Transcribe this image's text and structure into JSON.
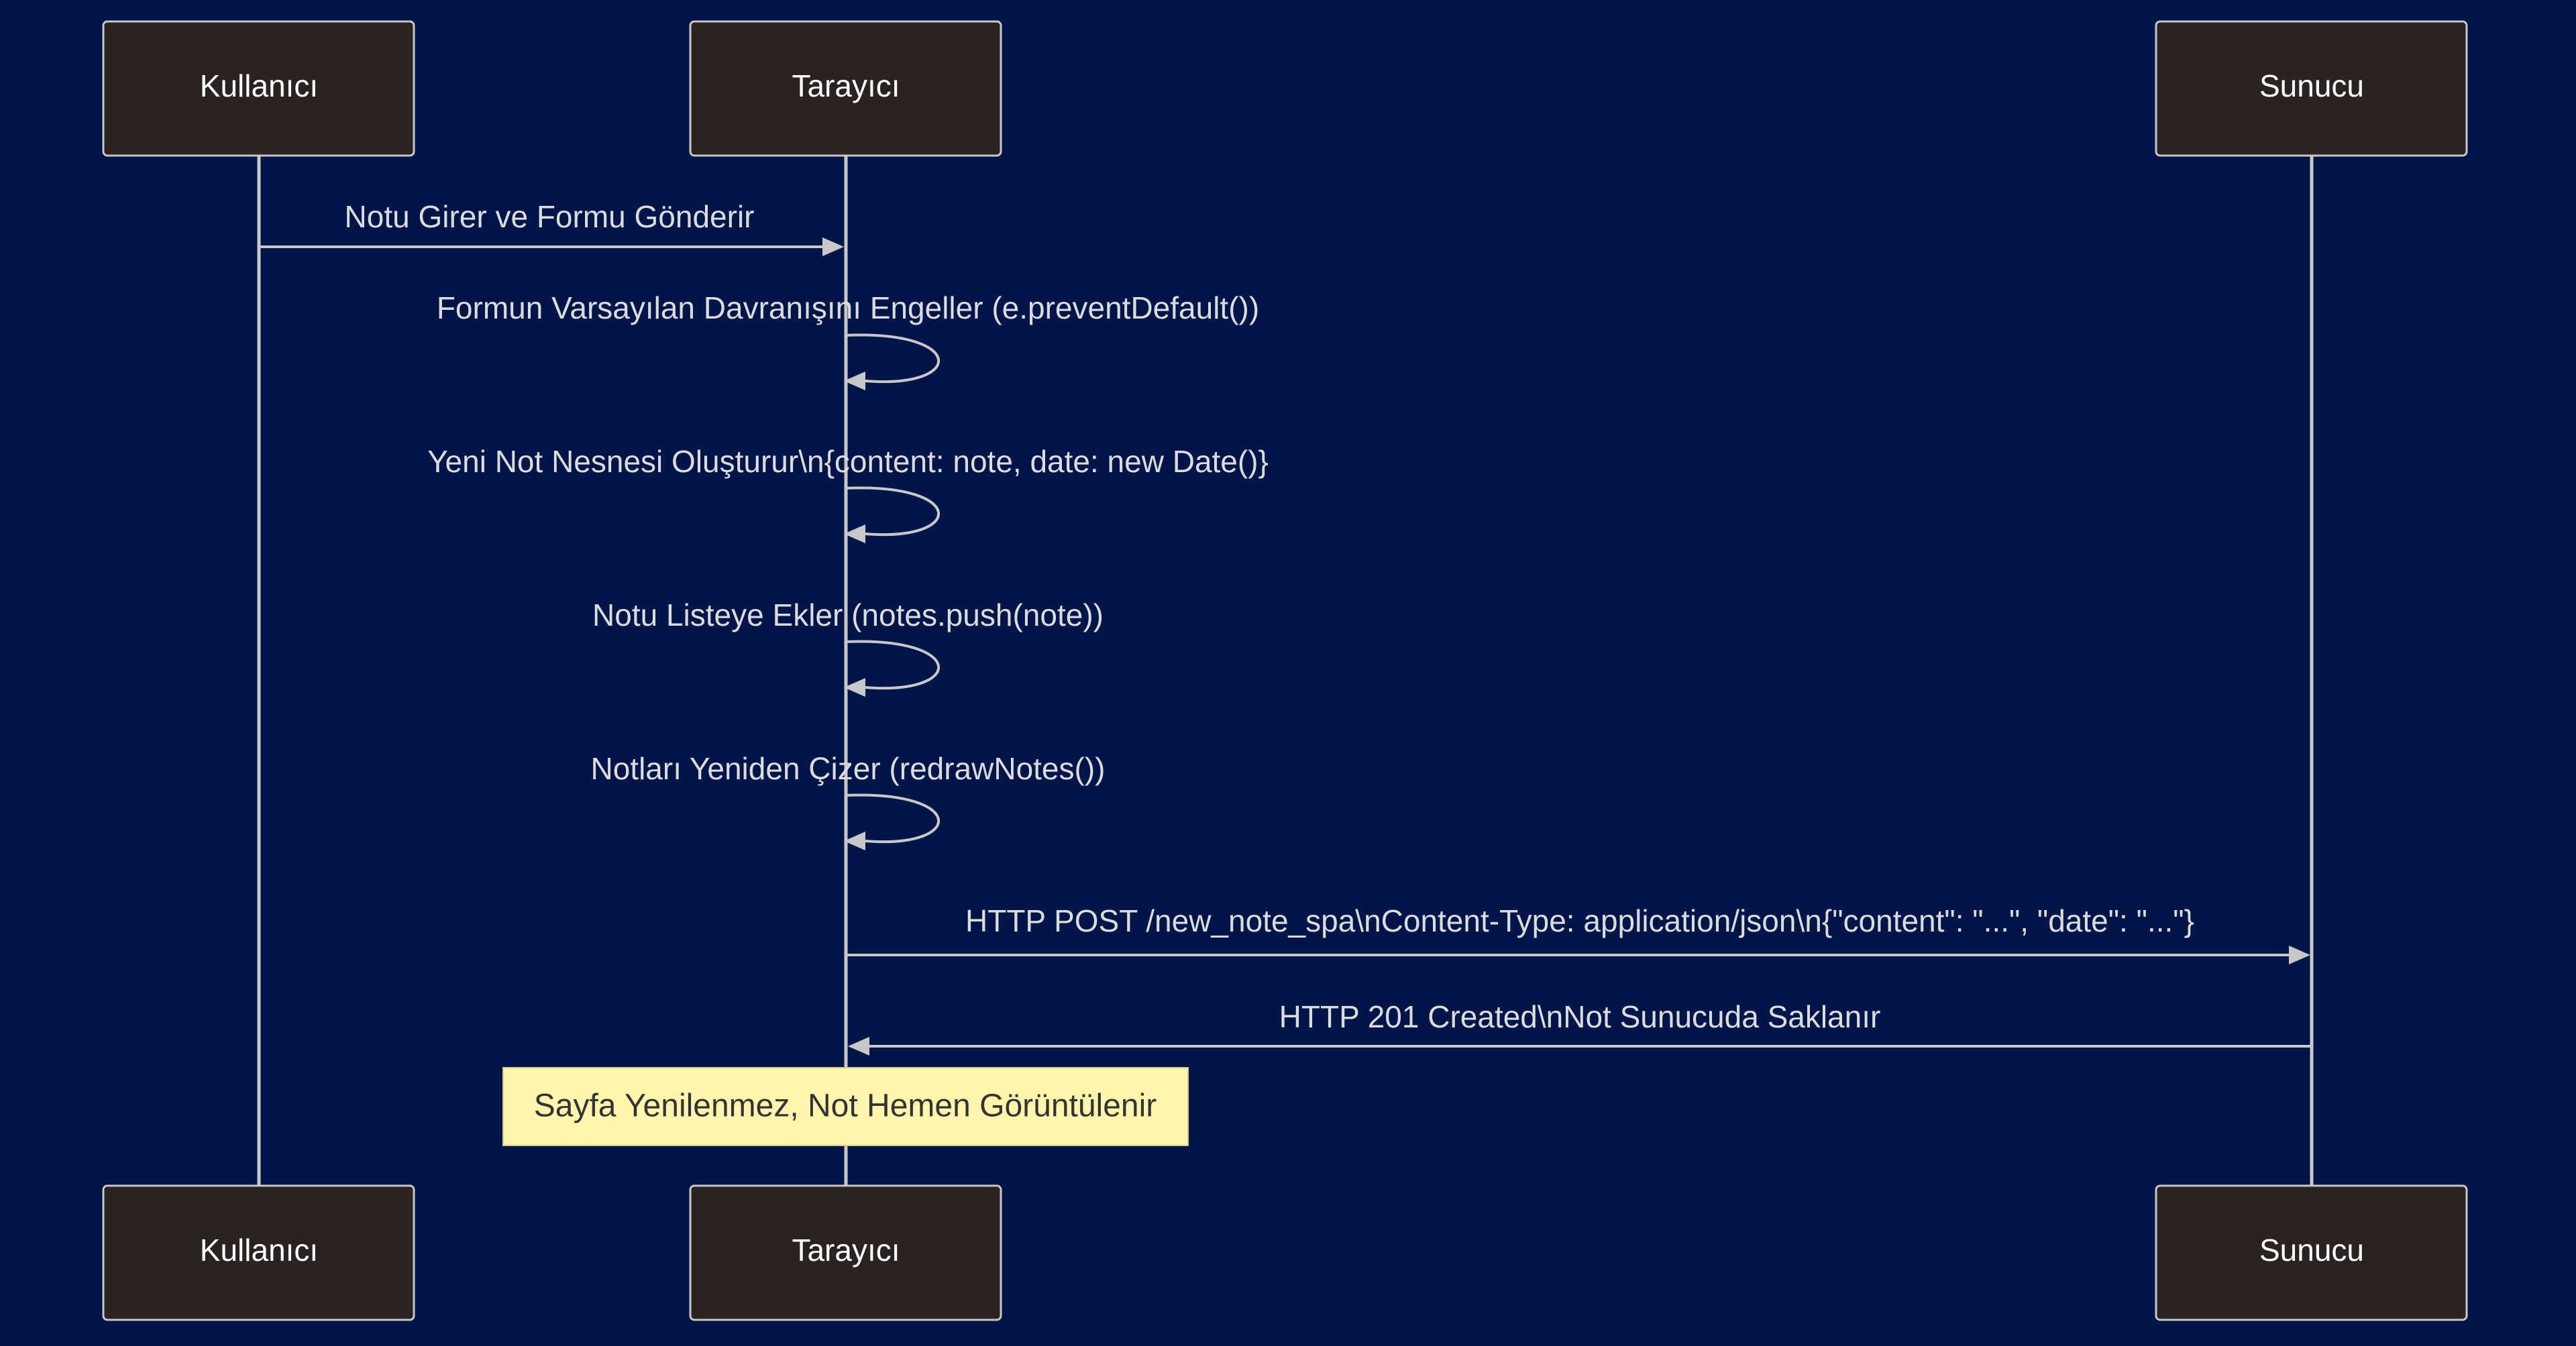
{
  "diagram": {
    "type": "sequence",
    "actors": [
      {
        "id": "user",
        "label": "Kullanıcı"
      },
      {
        "id": "browser",
        "label": "Tarayıcı"
      },
      {
        "id": "server",
        "label": "Sunucu"
      }
    ],
    "messages": [
      {
        "from": "user",
        "to": "browser",
        "label": "Notu Girer ve Formu Gönderir"
      },
      {
        "from": "browser",
        "to": "browser",
        "label": "Formun Varsayılan Davranışını Engeller (e.preventDefault())"
      },
      {
        "from": "browser",
        "to": "browser",
        "label": "Yeni Not Nesnesi Oluşturur\\n{content: note, date: new Date()}"
      },
      {
        "from": "browser",
        "to": "browser",
        "label": "Notu Listeye Ekler (notes.push(note))"
      },
      {
        "from": "browser",
        "to": "browser",
        "label": "Notları Yeniden Çizer (redrawNotes())"
      },
      {
        "from": "browser",
        "to": "server",
        "label": "HTTP POST /new_note_spa\\nContent-Type: application/json\\n{\"content\": \"...\", \"date\": \"...\"}"
      },
      {
        "from": "server",
        "to": "browser",
        "label": "HTTP 201 Created\\nNot Sunucuda Saklanır"
      }
    ],
    "note": {
      "over": "browser",
      "text": "Sayfa Yenilenmez, Not Hemen Görüntülenir"
    }
  },
  "colors": {
    "background": "#011548",
    "actor_fill": "#2b2322",
    "line": "#c8c8c8",
    "note_fill": "#fff5ad"
  }
}
